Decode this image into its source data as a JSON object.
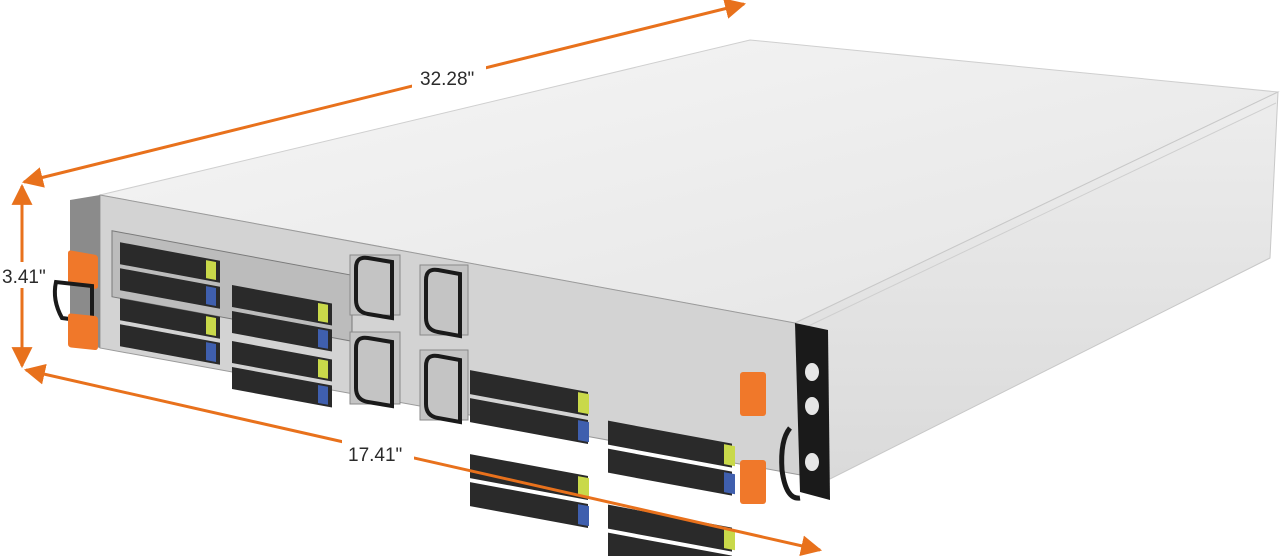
{
  "dimensions": {
    "depth": "32.28\"",
    "height": "3.41\"",
    "width": "17.41\""
  },
  "colors": {
    "dimension_arrow": "#e8711c",
    "chassis_top": "#ececec",
    "chassis_side": "#e2e2e2",
    "front_panel": "#d6d6d6",
    "drive_tray": "#2a2a2a",
    "release_tab_yellow": "#c9d94a",
    "release_tab_blue": "#3f5fae",
    "pull_tab_orange": "#f0782a",
    "rack_ear": "#1a1a1a"
  },
  "icons": [
    "server-chassis",
    "hot-swap-drive-bay",
    "node-handle",
    "rack-ear"
  ]
}
